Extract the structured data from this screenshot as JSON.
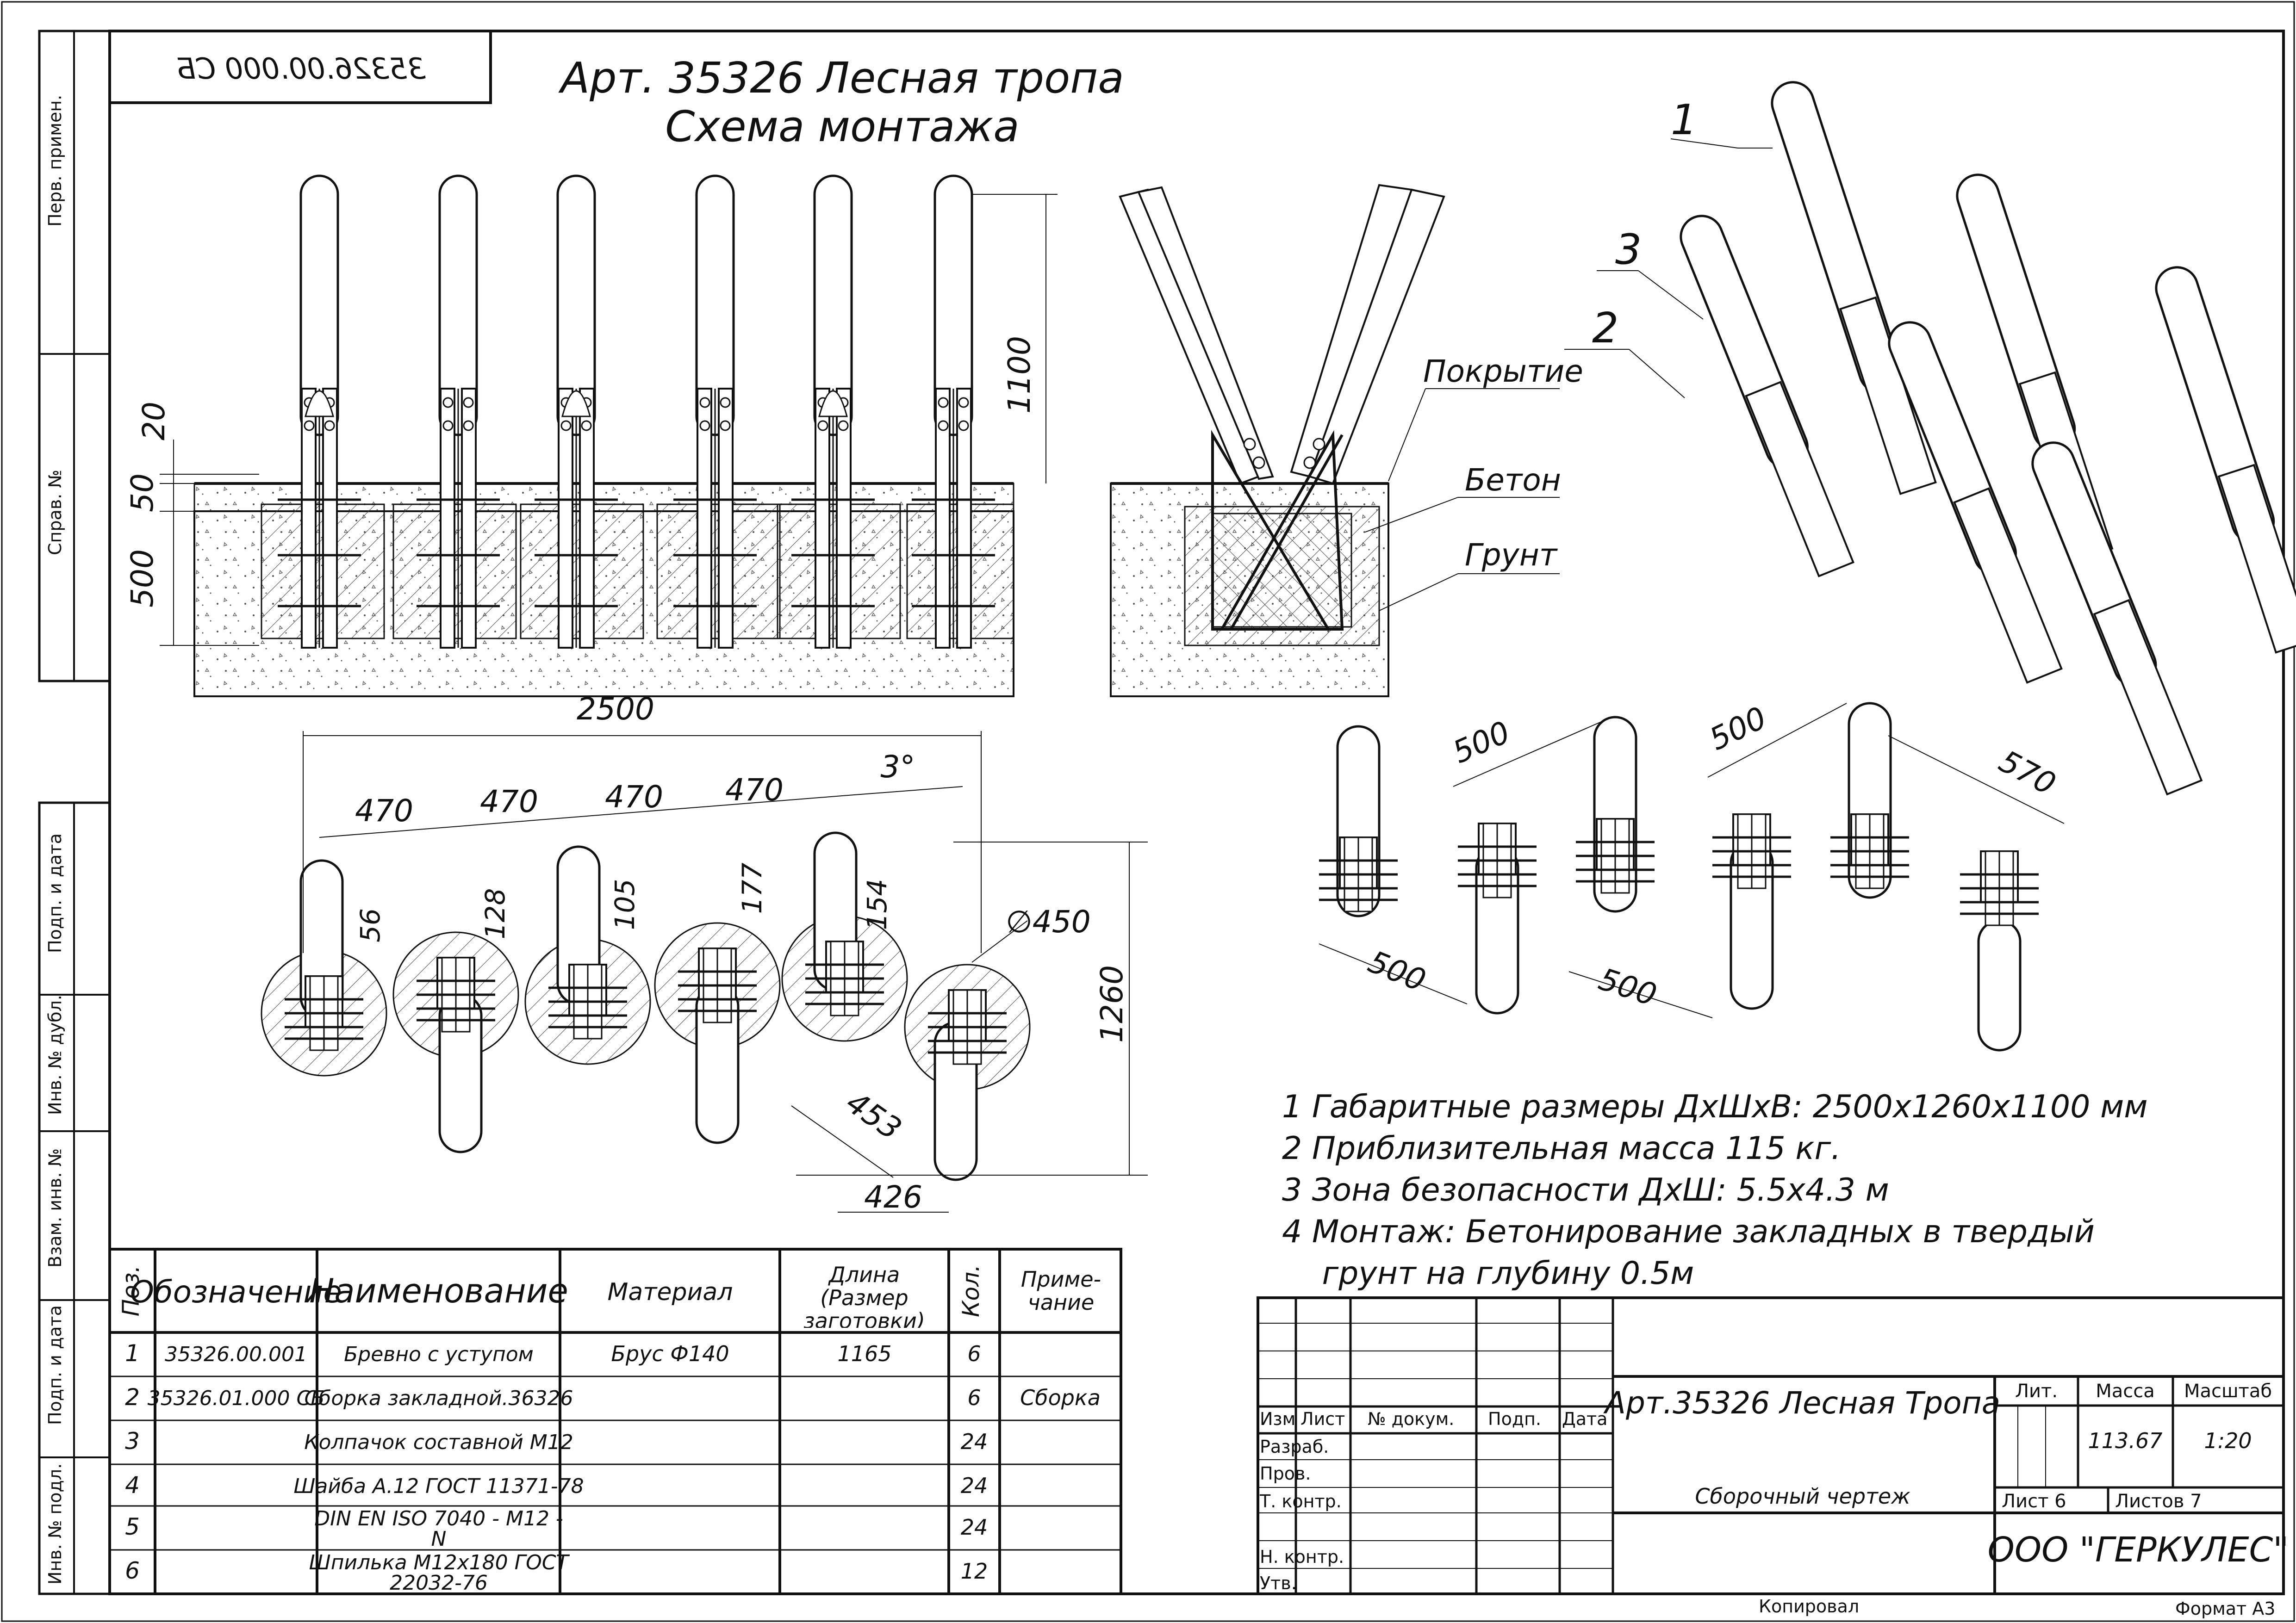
{
  "drawing": {
    "code_mirrored": "35326.00.000 СБ",
    "title_line1": "Арт. 35326 Лесная тропа",
    "title_line2": "Схема монтажа"
  },
  "side_strip": {
    "perv_primen": "Перв. примен.",
    "sprav_no": "Справ. №",
    "podp_data_1": "Подп. и дата",
    "inv_dubl": "Инв. № дубл.",
    "vzam_inv": "Взам. инв. №",
    "podp_data_2": "Подп. и дата",
    "inv_podl": "Инв. № подл."
  },
  "labels": {
    "pos1": "1",
    "pos2": "2",
    "pos3": "3",
    "pokrytie": "Покрытие",
    "beton": "Бетон",
    "grunt": "Грунт"
  },
  "dimensions": {
    "h1100": "1100",
    "h20": "20",
    "h50": "50",
    "h500": "500",
    "w2500": "2500",
    "s470a": "470",
    "s470b": "470",
    "s470c": "470",
    "s470d": "470",
    "angle3": "3°",
    "d56": "56",
    "d128": "128",
    "d105": "105",
    "d177": "177",
    "d154": "154",
    "dia450": "∅450",
    "h1260": "1260",
    "d453": "453",
    "d426": "426",
    "r500a": "500",
    "r500b": "500",
    "r500c": "500",
    "r500d": "500",
    "r570": "570"
  },
  "notes": [
    "1  Габаритные размеры ДхШхВ: 2500х1260х1100 мм",
    "2  Приблизительная масса 115 кг.",
    "3  Зона безопасности ДхШ: 5.5х4.3 м",
    "4  Монтаж: Бетонирование закладных в твердый",
    "    грунт на глубину 0.5м"
  ],
  "spec_table": {
    "headers": {
      "poz": "Поз.",
      "oboznachenie": "Обозначение",
      "naimenovanie": "Наименование",
      "material": "Материал",
      "dlina": "Длина (Размер заготовки)",
      "kol": "Кол.",
      "primechanie": "Приме- чание"
    },
    "rows": [
      {
        "poz": "1",
        "oboz": "35326.00.001",
        "name": "Бревно с уступом",
        "mat": "Брус Ф140",
        "len": "1165",
        "kol": "6",
        "prim": ""
      },
      {
        "poz": "2",
        "oboz": "35326.01.000 СБ",
        "name": "Сборка закладной.36326",
        "mat": "",
        "len": "",
        "kol": "6",
        "prim": "Сборка"
      },
      {
        "poz": "3",
        "oboz": "",
        "name": "Колпачок составной М12",
        "mat": "",
        "len": "",
        "kol": "24",
        "prim": ""
      },
      {
        "poz": "4",
        "oboz": "",
        "name": "Шайба А.12 ГОСТ 11371-78",
        "mat": "",
        "len": "",
        "kol": "24",
        "prim": ""
      },
      {
        "poz": "5",
        "oboz": "",
        "name": "DIN EN ISO 7040 - M12 - N",
        "mat": "",
        "len": "",
        "kol": "24",
        "prim": ""
      },
      {
        "poz": "6",
        "oboz": "",
        "name": "Шпилька М12х180 ГОСТ 22032-76",
        "mat": "",
        "len": "",
        "kol": "12",
        "prim": ""
      }
    ]
  },
  "title_block": {
    "izm": "Изм",
    "list": "Лист",
    "no_dokum": "№ докум.",
    "podp": "Подп.",
    "data": "Дата",
    "razrab": "Разраб.",
    "prov": "Пров.",
    "t_kontr": "Т. контр.",
    "n_kontr": "Н. контр.",
    "utv": "Утв.",
    "product_name": "Арт.35326 Лесная Тропа",
    "doc_type": "Сборочный чертеж",
    "lit": "Лит.",
    "massa_label": "Масса",
    "masshtab_label": "Масштаб",
    "massa": "113.67",
    "masshtab": "1:20",
    "list_label": "Лист 6",
    "listov_label": "Листов 7",
    "company": "ООО \"ГЕРКУЛЕС\""
  },
  "footer": {
    "kopiroval": "Копировал",
    "format": "Формат А3"
  }
}
